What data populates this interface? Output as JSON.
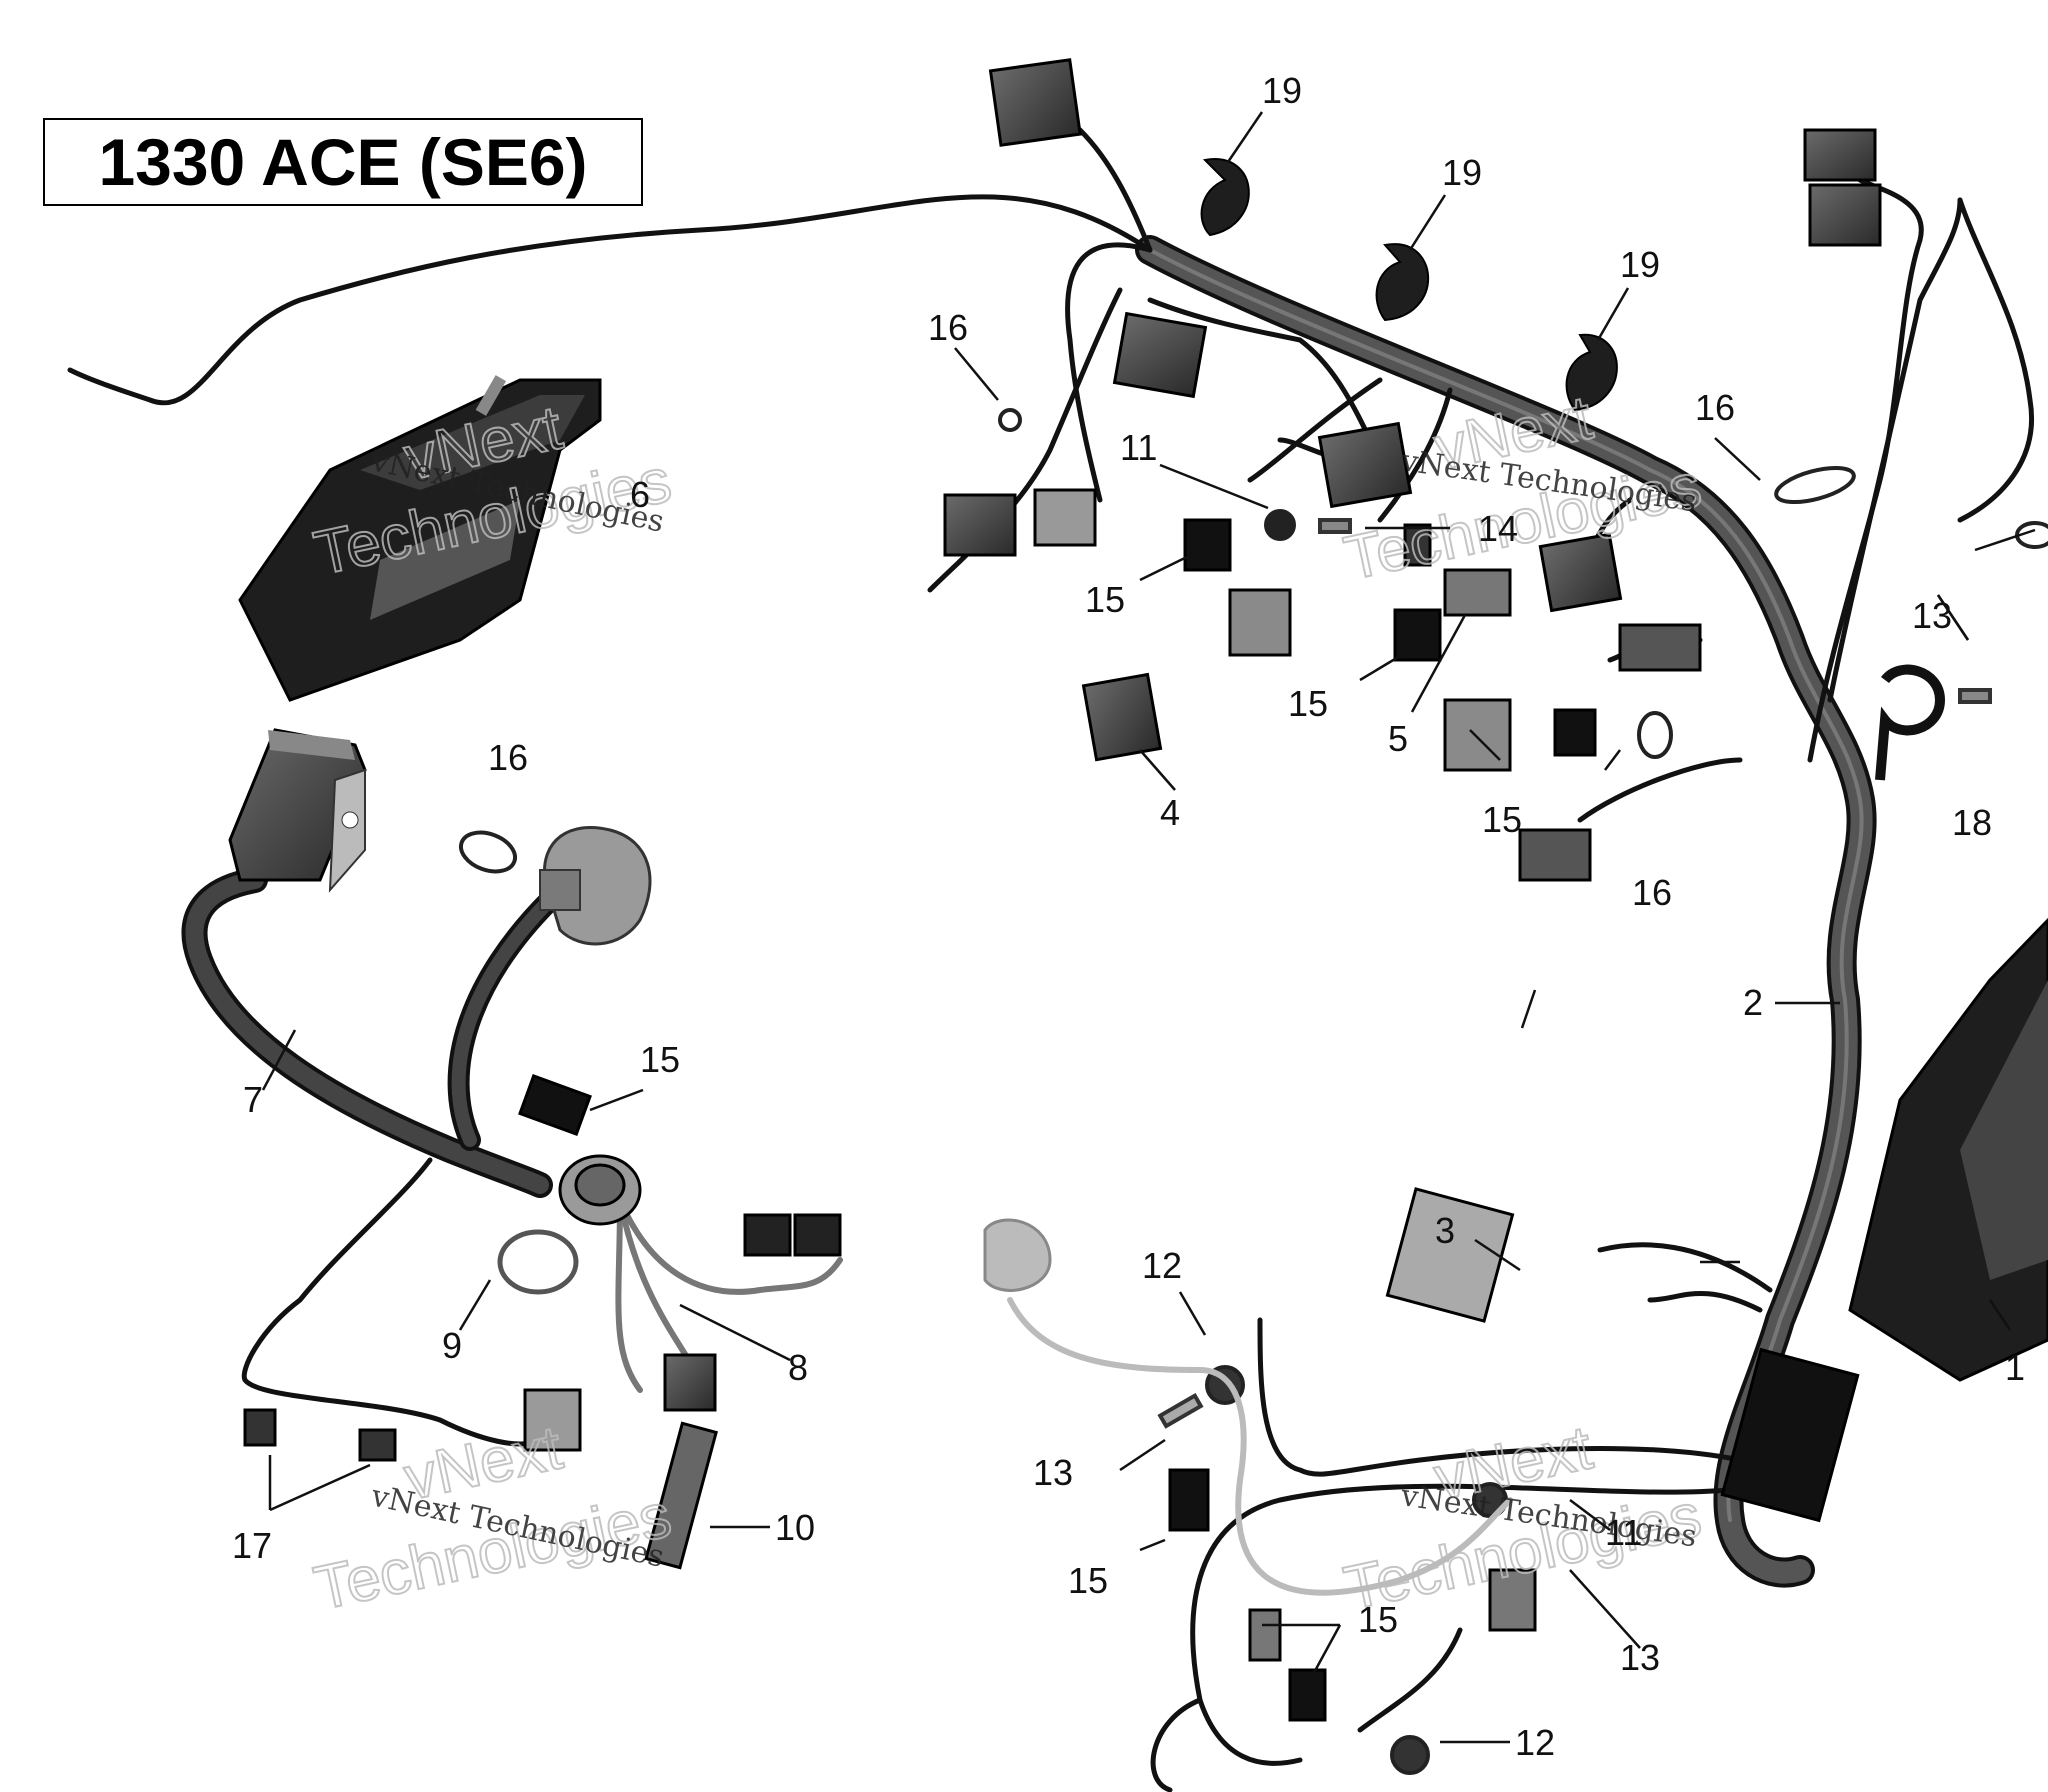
{
  "title": "1330 ACE (SE6)",
  "callouts": [
    {
      "id": "c19a",
      "text": "19"
    },
    {
      "id": "c19b",
      "text": "19"
    },
    {
      "id": "c19c",
      "text": "19"
    },
    {
      "id": "c16a",
      "text": "16"
    },
    {
      "id": "c16b",
      "text": "16"
    },
    {
      "id": "c16c",
      "text": "16"
    },
    {
      "id": "c16d",
      "text": "16"
    },
    {
      "id": "c11a",
      "text": "11"
    },
    {
      "id": "c11b",
      "text": "11"
    },
    {
      "id": "c14",
      "text": "14"
    },
    {
      "id": "c15a",
      "text": "15"
    },
    {
      "id": "c15b",
      "text": "15"
    },
    {
      "id": "c15c",
      "text": "15"
    },
    {
      "id": "c15d",
      "text": "15"
    },
    {
      "id": "c15e",
      "text": "15"
    },
    {
      "id": "c15f",
      "text": "15"
    },
    {
      "id": "c6",
      "text": "6"
    },
    {
      "id": "c5",
      "text": "5"
    },
    {
      "id": "c4",
      "text": "4"
    },
    {
      "id": "c13a",
      "text": "13"
    },
    {
      "id": "c13b",
      "text": "13"
    },
    {
      "id": "c13c",
      "text": "13"
    },
    {
      "id": "c18",
      "text": "18"
    },
    {
      "id": "c2",
      "text": "2"
    },
    {
      "id": "c3",
      "text": "3"
    },
    {
      "id": "c1",
      "text": "1"
    },
    {
      "id": "c7",
      "text": "7"
    },
    {
      "id": "c9",
      "text": "9"
    },
    {
      "id": "c8",
      "text": "8"
    },
    {
      "id": "c10",
      "text": "10"
    },
    {
      "id": "c17",
      "text": "17"
    },
    {
      "id": "c12a",
      "text": "12"
    },
    {
      "id": "c12b",
      "text": "12"
    }
  ],
  "watermarks": {
    "small": "vNext Technologies",
    "line1": "vNext",
    "line2": "Technologies"
  }
}
